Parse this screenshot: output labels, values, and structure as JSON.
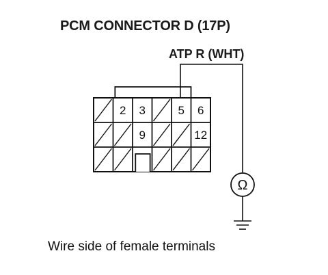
{
  "header": {
    "title": "PCM CONNECTOR D (17P)"
  },
  "wire": {
    "label": "ATP R (WHT)"
  },
  "connector": {
    "rows": [
      [
        "",
        "2",
        "3",
        "",
        "5",
        "6"
      ],
      [
        "",
        "",
        "9",
        "",
        "",
        "12"
      ],
      [
        "",
        "",
        "",
        "",
        "",
        ""
      ]
    ],
    "blocked_cells": [
      [
        0,
        0
      ],
      [
        0,
        3
      ],
      [
        1,
        0
      ],
      [
        1,
        1
      ],
      [
        1,
        3
      ],
      [
        1,
        4
      ],
      [
        2,
        0
      ],
      [
        2,
        1
      ],
      [
        2,
        3
      ],
      [
        2,
        4
      ],
      [
        2,
        5
      ]
    ],
    "probe_terminal": "5"
  },
  "meter": {
    "symbol": "Ω"
  },
  "footer": {
    "caption": "Wire side of female terminals"
  }
}
